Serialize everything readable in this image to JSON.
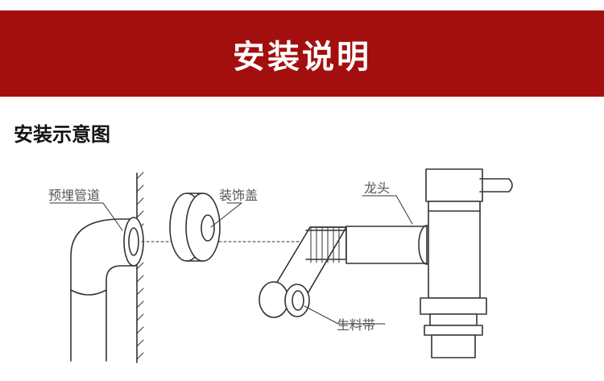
{
  "banner": {
    "title": "安装说明",
    "color": "#a30f0f"
  },
  "section": {
    "title": "安装示意图"
  },
  "labels": {
    "pipe": "预埋管道",
    "cover": "装饰盖",
    "faucet": "龙头",
    "tape": "生料带"
  }
}
